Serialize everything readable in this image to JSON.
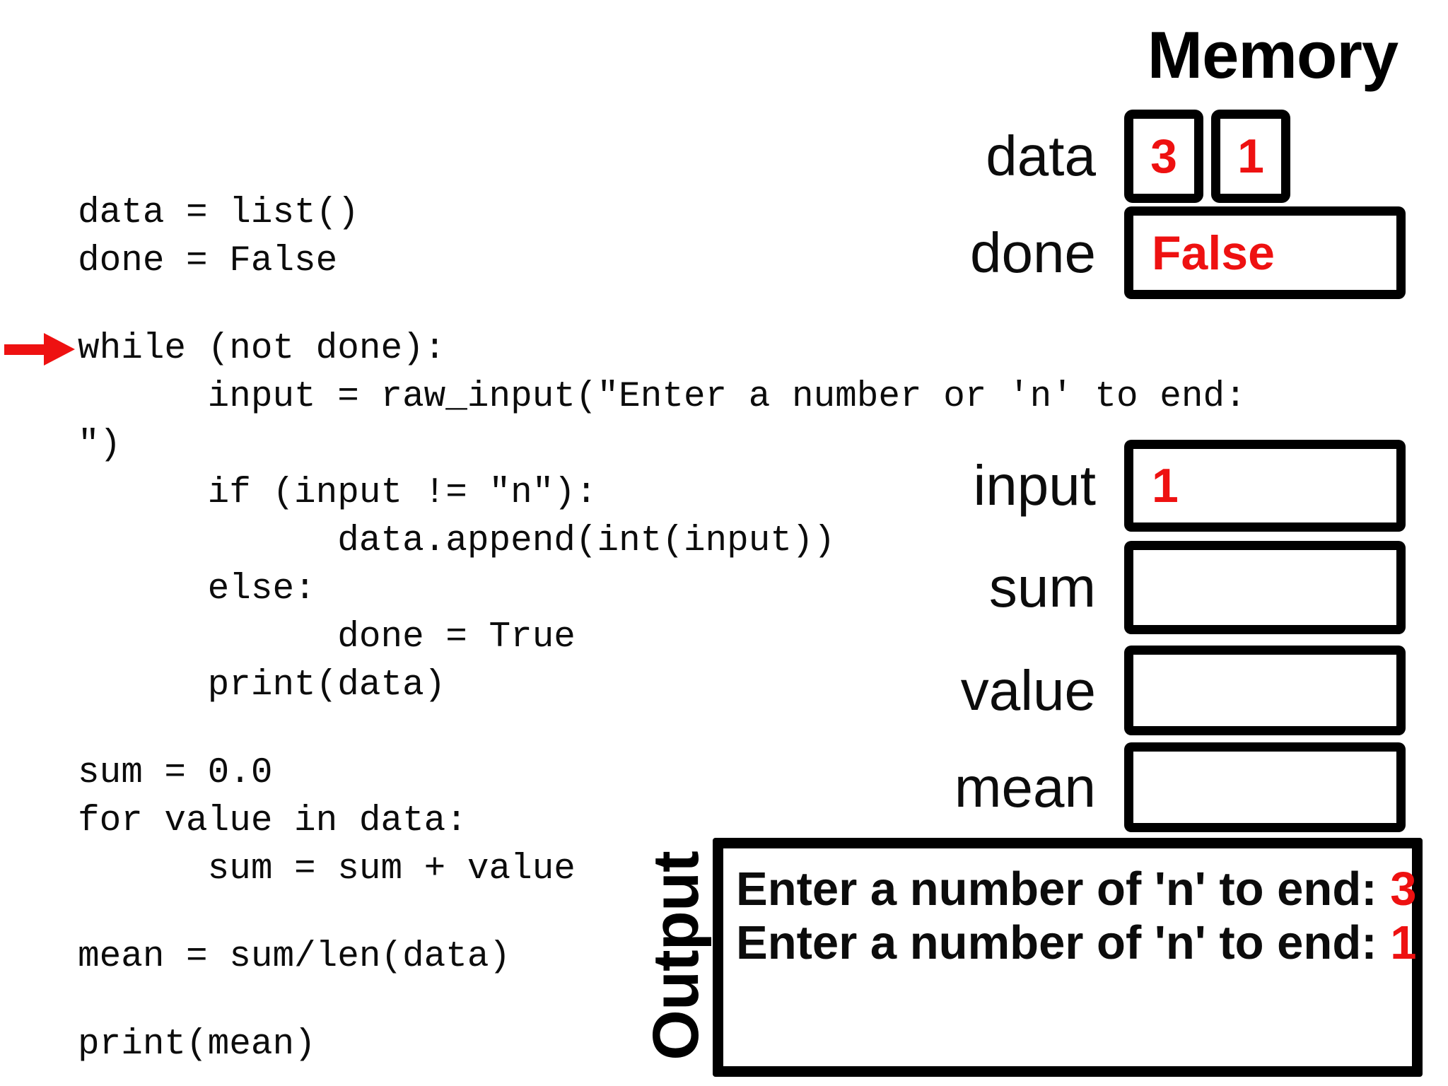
{
  "colors": {
    "accent_red": "#ee1111",
    "ink": "#0c0c0c",
    "background": "#ffffff"
  },
  "code": {
    "lines": [
      "data = list()",
      "done = False",
      "",
      "while (not done):",
      "      input = raw_input(\"Enter a number or 'n' to end: ",
      "\")",
      "      if (input != \"n\"):",
      "            data.append(int(input))",
      "      else:",
      "            done = True",
      "      print(data)",
      "",
      "sum = 0.0",
      "for value in data:",
      "      sum = sum + value",
      "",
      "mean = sum/len(data)",
      "",
      "print(mean)"
    ],
    "arrow_line": "while (not done):"
  },
  "memory": {
    "title": "Memory",
    "rows": [
      {
        "name": "data",
        "type": "list",
        "cells": [
          "3",
          "1"
        ]
      },
      {
        "name": "done",
        "type": "value",
        "value": "False"
      },
      {
        "name": "input",
        "type": "value",
        "value": "1"
      },
      {
        "name": "sum",
        "type": "value",
        "value": ""
      },
      {
        "name": "value",
        "type": "value",
        "value": ""
      },
      {
        "name": "mean",
        "type": "value",
        "value": ""
      }
    ]
  },
  "output": {
    "label": "Output",
    "lines": [
      {
        "text": "Enter a number of 'n' to end: ",
        "value": "3"
      },
      {
        "text": "Enter a number of 'n' to end: ",
        "value": "1"
      }
    ]
  }
}
